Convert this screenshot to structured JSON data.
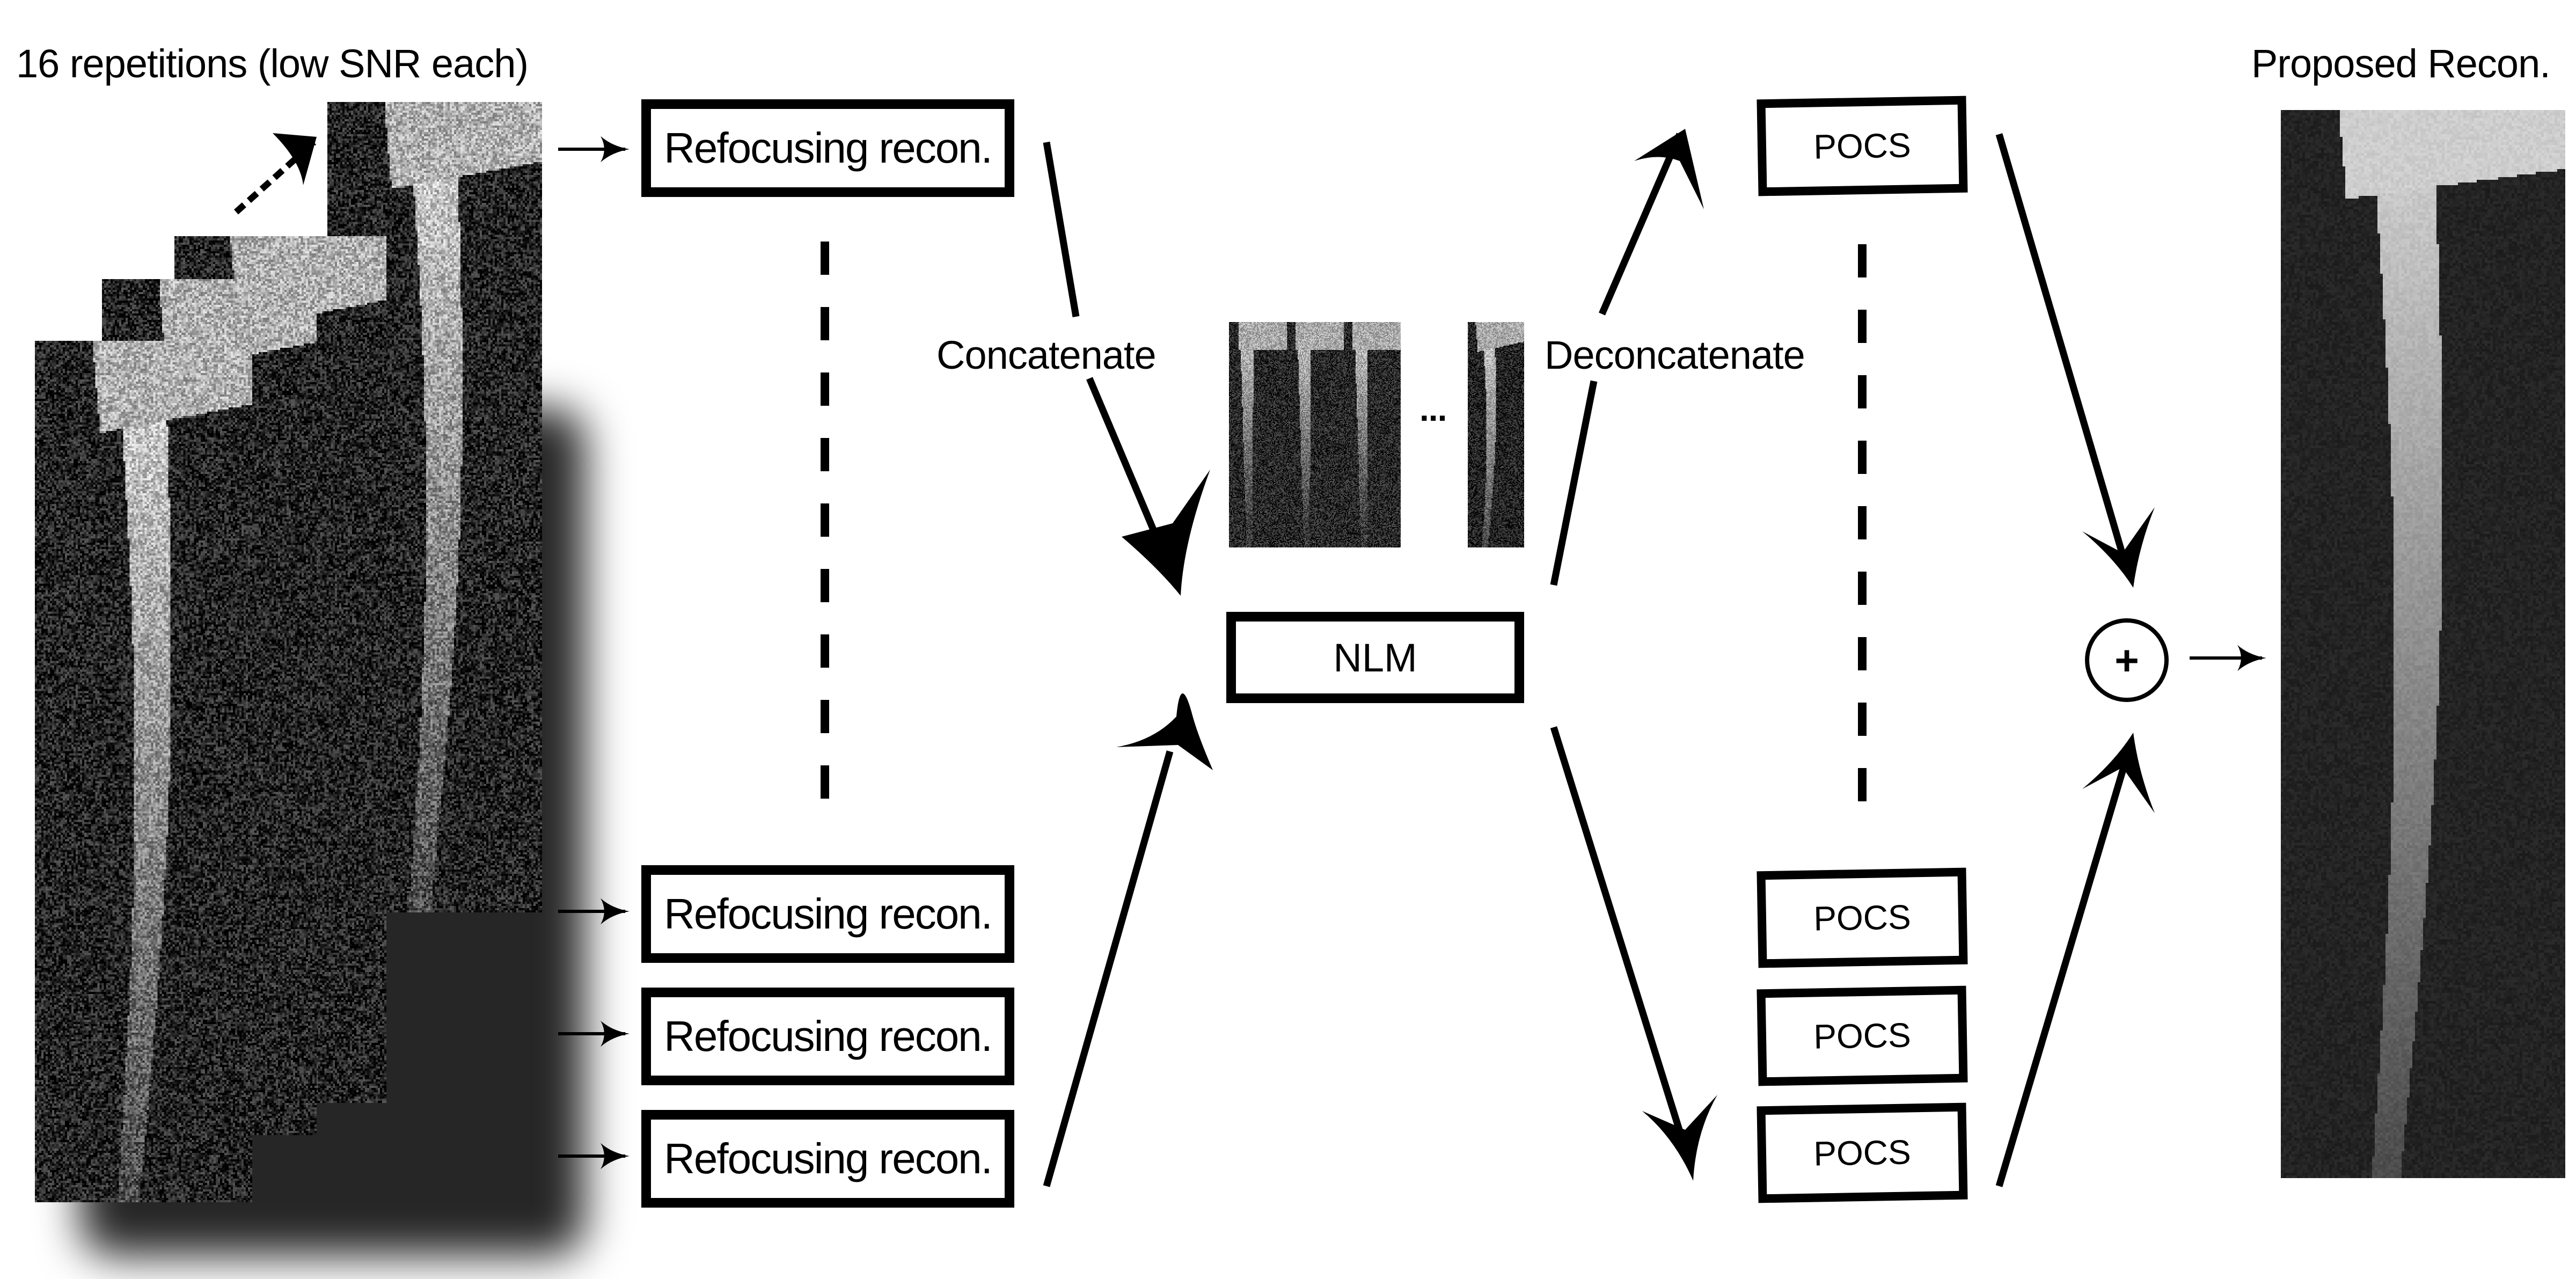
{
  "figure": {
    "input_title": "16 repetitions (low SNR each)",
    "output_title": "Proposed Recon."
  },
  "stage1": {
    "refocus_boxes": [
      {
        "label": "Refocusing recon."
      },
      {
        "label": "Refocusing recon."
      },
      {
        "label": "Refocusing recon."
      },
      {
        "label": "Refocusing recon."
      }
    ]
  },
  "stage2": {
    "concatenate_label": "Concatenate",
    "ellipsis": "...",
    "nlm_label": "NLM",
    "deconcatenate_label": "Deconcatenate"
  },
  "stage3": {
    "pocs_boxes": [
      {
        "label": "POCS"
      },
      {
        "label": "POCS"
      },
      {
        "label": "POCS"
      },
      {
        "label": "POCS"
      }
    ]
  },
  "combine": {
    "operator_symbol": "+"
  },
  "images": {
    "input_stack_count_shown": 4,
    "concatenated_frames_shown": 4
  }
}
